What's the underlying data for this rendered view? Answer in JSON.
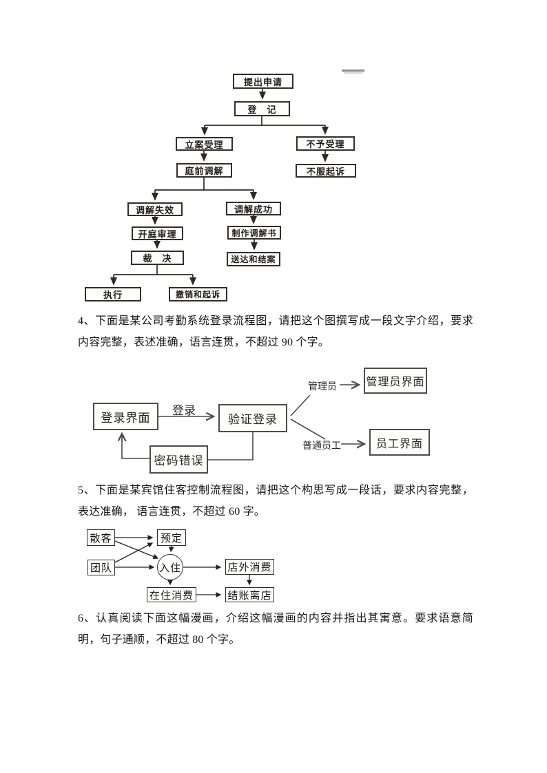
{
  "questions": {
    "q4": "4、下面是某公司考勤系统登录流程图，请把这个图撰写成一段文字介绍，要求内容完整，表述准确，语言连贯，不超过 90 个字。",
    "q5": "5、下面是某宾馆住客控制流程图，请把这个构思写成一段话，要求内容完整，表达准确， 语言连贯，不超过 60 字。",
    "q6": "6、认真阅读下面这幅漫画，介绍这幅漫画的内容并指出其寓意。要求语意简明，句子通顺，不超过 80 个字。"
  },
  "court_flow": {
    "nodes": {
      "apply": "提出申请",
      "register": "登　记",
      "accept": "立案受理",
      "reject": "不予受理",
      "pretrial": "庭前调解",
      "appeal": "不服起诉",
      "fail": "调解失效",
      "success": "调解成功",
      "hearing": "开庭审理",
      "doc": "制作调解书",
      "verdict": "裁　决",
      "close": "送达和结案",
      "execute": "执行",
      "revoke": "撤销和起诉"
    }
  },
  "login_flow": {
    "nodes": {
      "login_ui": "登录界面",
      "verify": "验证登录",
      "admin_ui": "管理员界面",
      "staff_ui": "员工界面",
      "pwd_error": "密码错误"
    },
    "labels": {
      "login": "登录",
      "admin": "管理员",
      "staff": "普通员工"
    }
  },
  "hotel_flow": {
    "nodes": {
      "walkin": "散客",
      "group": "团队",
      "reserve": "预定",
      "checkin": "入住",
      "outside": "店外消费",
      "instay": "在住消费",
      "checkout": "结账离店"
    }
  },
  "colors": {
    "ink": "#221d18",
    "line1": "#2e2925",
    "line2": "#4a4a4a",
    "line3": "#222222",
    "artifact": "#8a8a8a"
  }
}
